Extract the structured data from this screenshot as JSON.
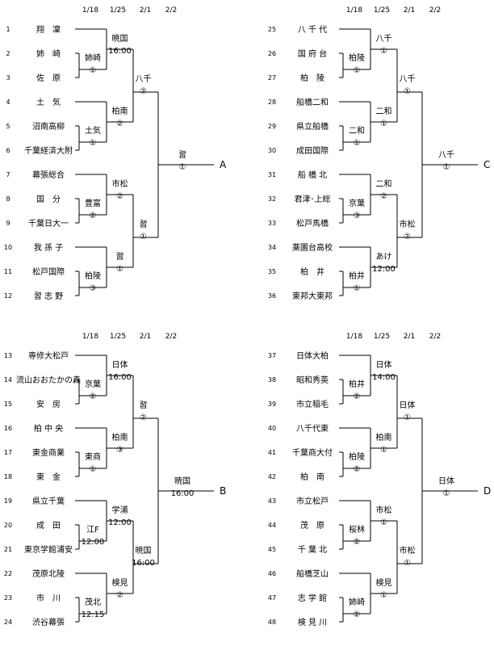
{
  "colors": {
    "line": "#000000",
    "text": "#000000",
    "highlight": "#ff0000"
  },
  "blocks": [
    {
      "id": "A",
      "dates": [
        "1/18",
        "1/25",
        "2/1",
        "2/2"
      ],
      "teams": [
        {
          "no": "1",
          "name": "翔　凜"
        },
        {
          "no": "2",
          "name": "姉　崎"
        },
        {
          "no": "3",
          "name": "佐　原"
        },
        {
          "no": "4",
          "name": "土　気"
        },
        {
          "no": "5",
          "name": "沼南高柳"
        },
        {
          "no": "6",
          "name": "千葉経済大附"
        },
        {
          "no": "7",
          "name": "幕張総合"
        },
        {
          "no": "8",
          "name": "国　分"
        },
        {
          "no": "9",
          "name": "千葉日大一"
        },
        {
          "no": "10",
          "name": "我 孫 子"
        },
        {
          "no": "11",
          "name": "松戸国際"
        },
        {
          "no": "12",
          "name": "習 志 野"
        }
      ],
      "r1": [
        {
          "label": "姉崎",
          "sub": "①"
        },
        {
          "label": "土気",
          "sub": "①"
        },
        {
          "label": "豊富",
          "sub": "②"
        },
        {
          "label": "柏陵",
          "sub": "③"
        }
      ],
      "r2": [
        {
          "label": "暁国",
          "sub": "16:00"
        },
        {
          "label": "柏南",
          "sub": "②"
        },
        {
          "label": "市松",
          "sub": "②"
        },
        {
          "label": "習",
          "sub": "①"
        }
      ],
      "r3": [
        {
          "label": "八千",
          "sub": "②"
        },
        {
          "label": "習",
          "sub": "①"
        }
      ],
      "r4": {
        "label": "習",
        "sub": "①"
      }
    },
    {
      "id": "C",
      "dates": [
        "1/18",
        "1/25",
        "2/1",
        "2/2"
      ],
      "teams": [
        {
          "no": "25",
          "name": "八 千 代"
        },
        {
          "no": "26",
          "name": "国 府 台"
        },
        {
          "no": "27",
          "name": "柏　陵"
        },
        {
          "no": "28",
          "name": "船橋二和"
        },
        {
          "no": "29",
          "name": "県立船橋"
        },
        {
          "no": "30",
          "name": "成田国際"
        },
        {
          "no": "31",
          "name": "船 橋 北"
        },
        {
          "no": "32",
          "name": "君津･上総"
        },
        {
          "no": "33",
          "name": "松戸馬橋"
        },
        {
          "no": "34",
          "name": "薬園台高校"
        },
        {
          "no": "35",
          "name": "柏　井"
        },
        {
          "no": "36",
          "name": "東邦大東邦"
        }
      ],
      "r1": [
        {
          "label": "柏陵",
          "sub": "①"
        },
        {
          "label": "二和",
          "sub": "①"
        },
        {
          "label": "京葉",
          "sub": "③"
        },
        {
          "label": "柏井",
          "sub": "①"
        }
      ],
      "r2": [
        {
          "label": "八千",
          "sub": "①"
        },
        {
          "label": "二和",
          "sub": "①"
        },
        {
          "label": "二和",
          "sub": "②"
        },
        {
          "label": "あけ",
          "sub": "12:00"
        }
      ],
      "r3": [
        {
          "label": "八千",
          "sub": "①"
        },
        {
          "label": "市松",
          "sub": "②"
        }
      ],
      "r4": {
        "label": "八千",
        "sub": "①"
      }
    },
    {
      "id": "B",
      "dates": [
        "1/18",
        "1/25",
        "2/1",
        "2/2"
      ],
      "teams": [
        {
          "no": "13",
          "name": "専修大松戸"
        },
        {
          "no": "14",
          "name": "流山おおたかの森"
        },
        {
          "no": "15",
          "name": "安　房"
        },
        {
          "no": "16",
          "name": "柏 中 央"
        },
        {
          "no": "17",
          "name": "東金商業"
        },
        {
          "no": "18",
          "name": "東　金"
        },
        {
          "no": "19",
          "name": "県立千葉"
        },
        {
          "no": "20",
          "name": "成　田"
        },
        {
          "no": "21",
          "name": "東京学館浦安"
        },
        {
          "no": "22",
          "name": "茂原北陵"
        },
        {
          "no": "23",
          "name": "市　川"
        },
        {
          "no": "24",
          "name": "渋谷幕張"
        }
      ],
      "r1": [
        {
          "label": "京葉",
          "sub": "②"
        },
        {
          "label": "東商",
          "sub": "①"
        },
        {
          "label": "江F",
          "sub": "12:00"
        },
        {
          "label": "茂北",
          "sub": "12:15"
        }
      ],
      "r2": [
        {
          "label": "日体",
          "sub": "16:00",
          "red": true
        },
        {
          "label": "柏南",
          "sub": "③"
        },
        {
          "label": "学浦",
          "sub": "12:00"
        },
        {
          "label": "検見",
          "sub": "②"
        }
      ],
      "r3": [
        {
          "label": "習",
          "sub": "②"
        },
        {
          "label": "暁国",
          "sub": "16:00"
        }
      ],
      "r4": {
        "label": "暁国",
        "sub": "16:00"
      }
    },
    {
      "id": "D",
      "dates": [
        "1/18",
        "1/25",
        "2/1",
        "2/2"
      ],
      "teams": [
        {
          "no": "37",
          "name": "日体大柏"
        },
        {
          "no": "38",
          "name": "昭和秀英"
        },
        {
          "no": "39",
          "name": "市立稲毛"
        },
        {
          "no": "40",
          "name": "八千代東"
        },
        {
          "no": "41",
          "name": "千葉商大付"
        },
        {
          "no": "42",
          "name": "柏　南"
        },
        {
          "no": "43",
          "name": "市立松戸"
        },
        {
          "no": "44",
          "name": "茂　原"
        },
        {
          "no": "45",
          "name": "千 葉 北"
        },
        {
          "no": "46",
          "name": "船橋芝山"
        },
        {
          "no": "47",
          "name": "志 学 館"
        },
        {
          "no": "48",
          "name": "検 見 川"
        }
      ],
      "r1": [
        {
          "label": "柏井",
          "sub": "②"
        },
        {
          "label": "柏陵",
          "sub": "②"
        },
        {
          "label": "桜林",
          "sub": "②"
        },
        {
          "label": "姉崎",
          "sub": "②"
        }
      ],
      "r2": [
        {
          "label": "日体",
          "sub": "14:00",
          "red": true
        },
        {
          "label": "柏南",
          "sub": "①"
        },
        {
          "label": "市松",
          "sub": "①"
        },
        {
          "label": "検見",
          "sub": "①"
        }
      ],
      "r3": [
        {
          "label": "日体",
          "sub": "①"
        },
        {
          "label": "市松",
          "sub": "①"
        }
      ],
      "r4": {
        "label": "日体",
        "sub": "①"
      }
    }
  ]
}
